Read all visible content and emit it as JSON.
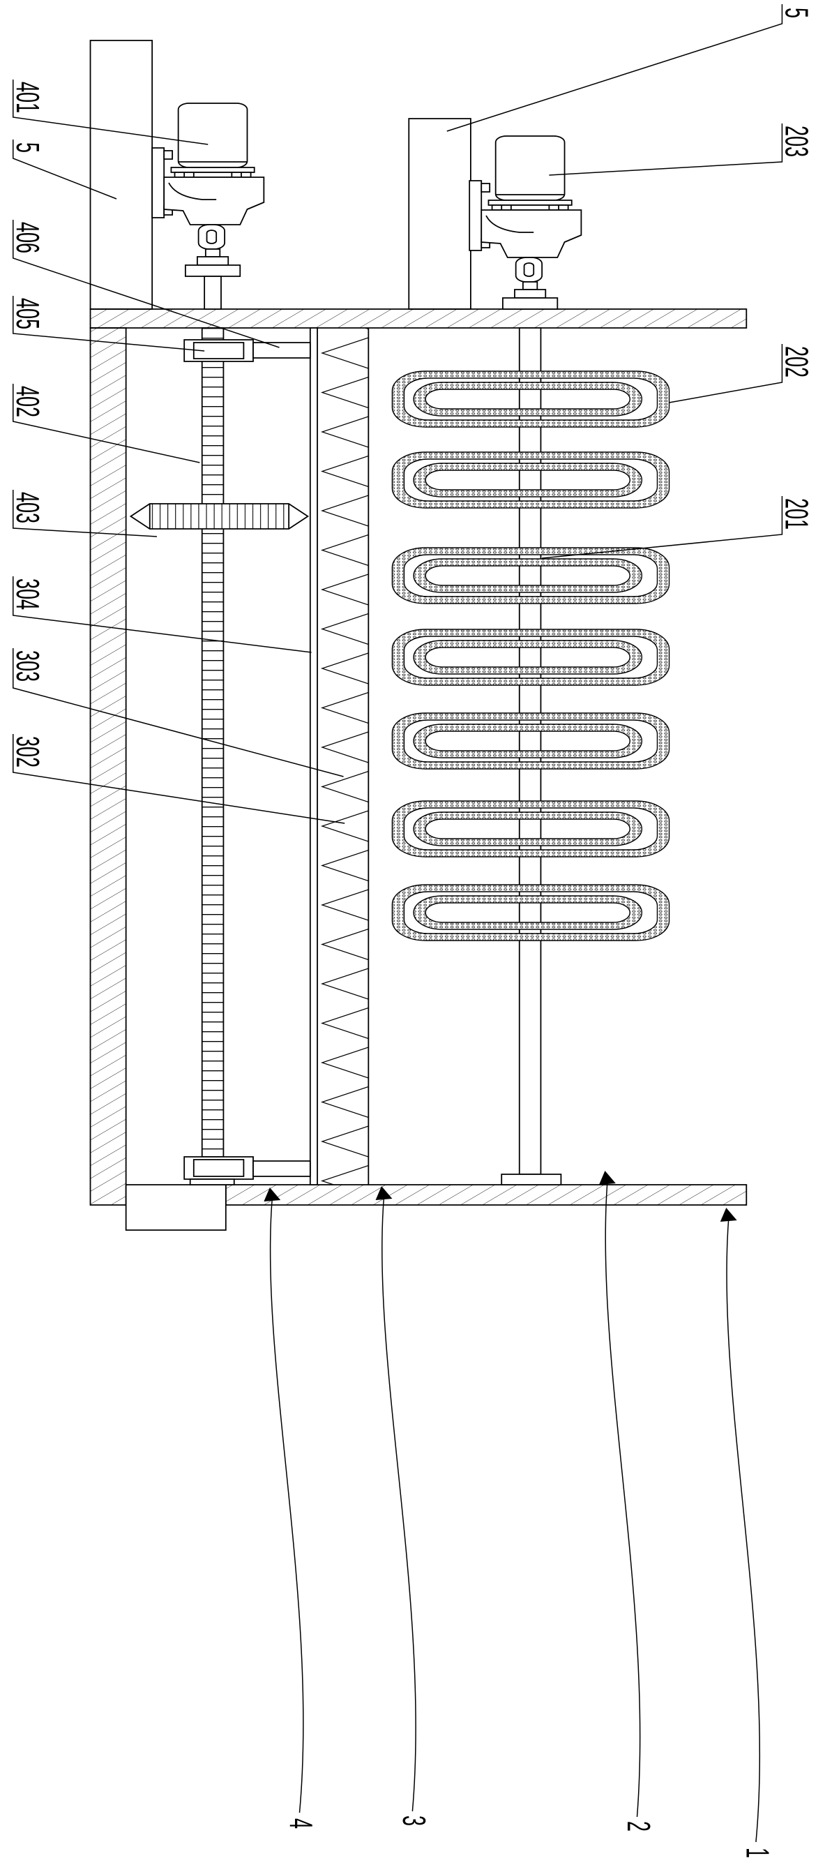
{
  "callouts": {
    "left": [
      "401",
      "5",
      "406",
      "405",
      "402",
      "403",
      "304",
      "303",
      "302"
    ],
    "right": [
      "5",
      "203",
      "202",
      "201"
    ],
    "bottom": [
      "4",
      "3",
      "2",
      "1"
    ]
  }
}
